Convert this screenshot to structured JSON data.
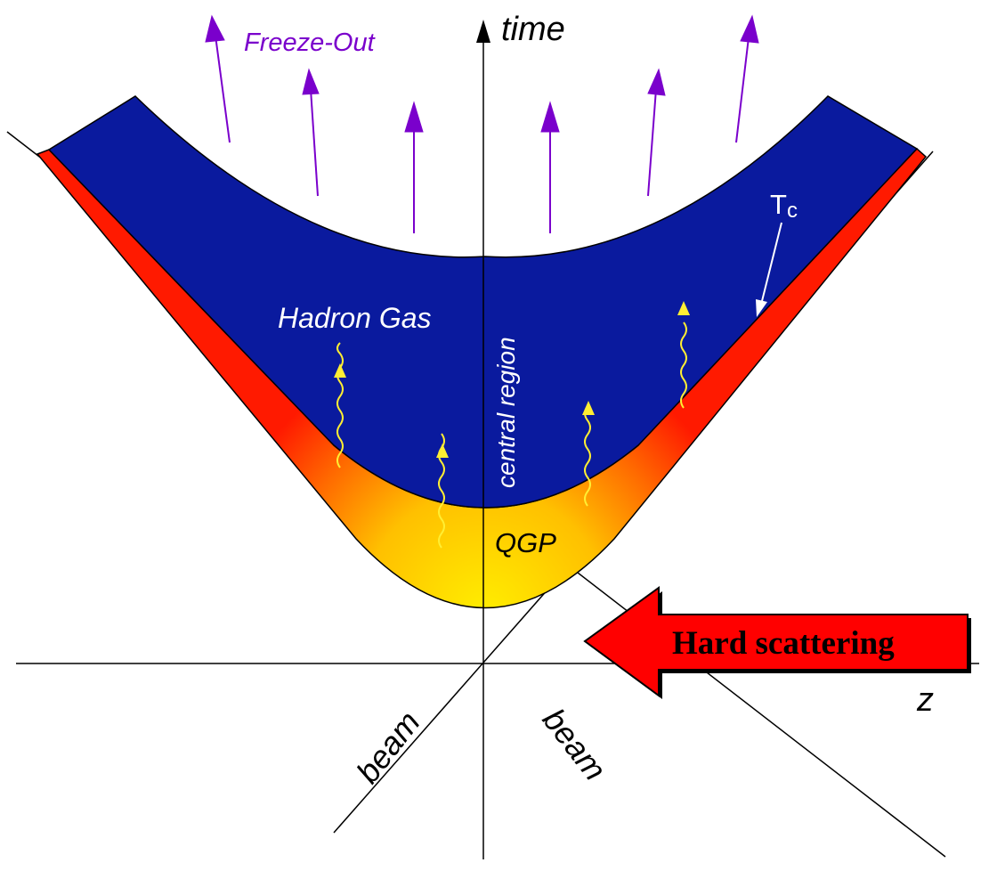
{
  "labels": {
    "time": "time",
    "z": "z",
    "freeze_out": "Freeze-Out",
    "hadron_gas": "Hadron Gas",
    "central_region": "central region",
    "qgp": "QGP",
    "tc_main": "T",
    "tc_sub": "c",
    "beam_left": "beam",
    "beam_right": "beam",
    "hard_scattering": "Hard scattering"
  },
  "colors": {
    "hadron_gas": "#0a1a9e",
    "mixed_phase": "#ff1a00",
    "qgp_core": "#ffee00",
    "freeze_out_arrows": "#7a00cc",
    "photons": "#ffee33",
    "hard_scattering_arrow": "#ff0000",
    "axes": "#000000"
  },
  "icons": {
    "freeze_out_arrow": "arrow-up-icon",
    "photon": "wavy-arrow-icon",
    "hard_scattering": "big-left-arrow-icon"
  }
}
